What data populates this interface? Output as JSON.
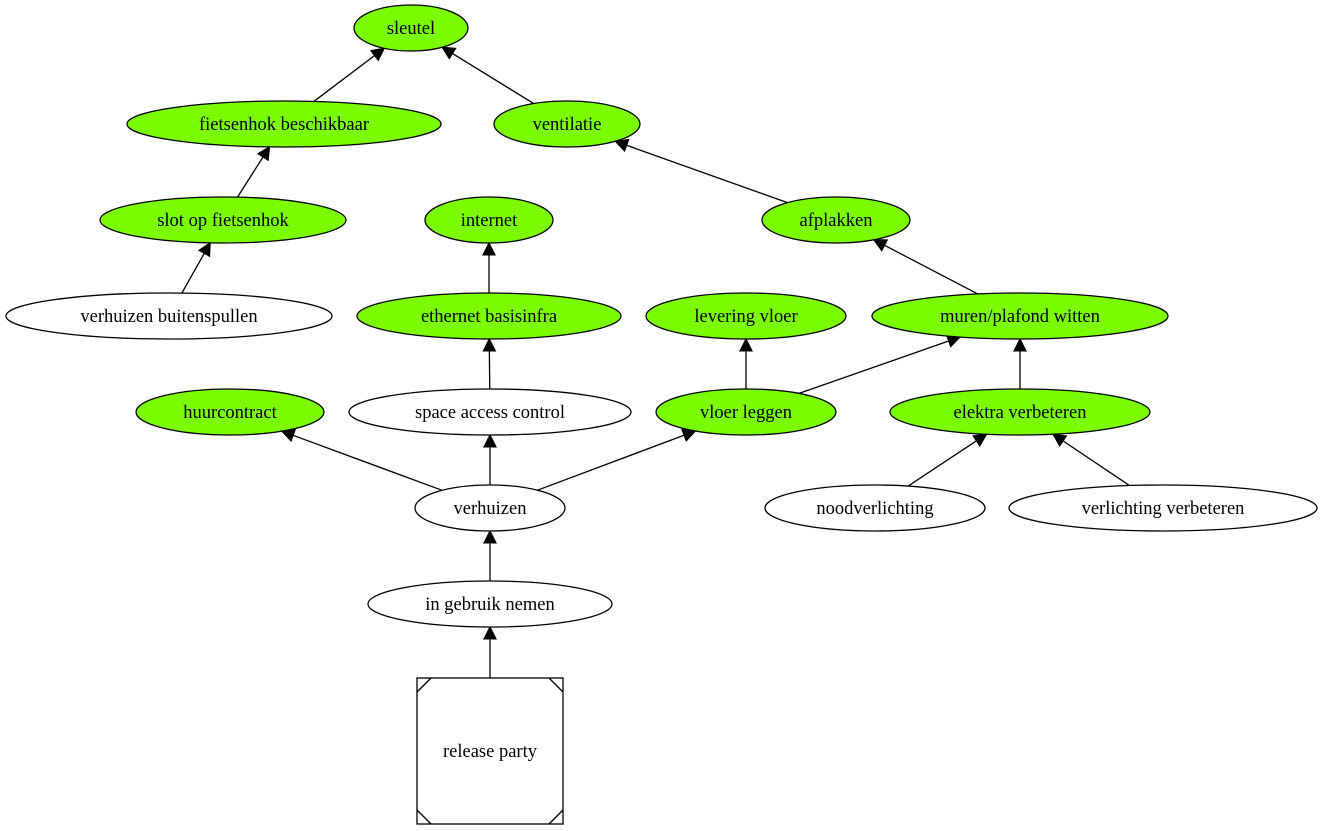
{
  "graph": {
    "type": "dependency-graph",
    "colors": {
      "done": "#7cfc00",
      "todo": "#ffffff",
      "stroke": "#000000"
    },
    "nodes": [
      {
        "id": "sleutel",
        "label": "sleutel",
        "done": true,
        "shape": "ellipse"
      },
      {
        "id": "fietsenhok-beschikbaar",
        "label": "fietsenhok beschikbaar",
        "done": true,
        "shape": "ellipse"
      },
      {
        "id": "ventilatie",
        "label": "ventilatie",
        "done": true,
        "shape": "ellipse"
      },
      {
        "id": "slot-op-fietsenhok",
        "label": "slot op fietsenhok",
        "done": true,
        "shape": "ellipse"
      },
      {
        "id": "internet",
        "label": "internet",
        "done": true,
        "shape": "ellipse"
      },
      {
        "id": "afplakken",
        "label": "afplakken",
        "done": true,
        "shape": "ellipse"
      },
      {
        "id": "verhuizen-buitenspullen",
        "label": "verhuizen buitenspullen",
        "done": false,
        "shape": "ellipse"
      },
      {
        "id": "ethernet-basisinfra",
        "label": "ethernet basisinfra",
        "done": true,
        "shape": "ellipse"
      },
      {
        "id": "levering-vloer",
        "label": "levering vloer",
        "done": true,
        "shape": "ellipse"
      },
      {
        "id": "muren-plafond-witten",
        "label": "muren/plafond witten",
        "done": true,
        "shape": "ellipse"
      },
      {
        "id": "huurcontract",
        "label": "huurcontract",
        "done": true,
        "shape": "ellipse"
      },
      {
        "id": "space-access-control",
        "label": "space access control",
        "done": false,
        "shape": "ellipse"
      },
      {
        "id": "vloer-leggen",
        "label": "vloer leggen",
        "done": true,
        "shape": "ellipse"
      },
      {
        "id": "elektra-verbeteren",
        "label": "elektra verbeteren",
        "done": true,
        "shape": "ellipse"
      },
      {
        "id": "verhuizen",
        "label": "verhuizen",
        "done": false,
        "shape": "ellipse"
      },
      {
        "id": "noodverlichting",
        "label": "noodverlichting",
        "done": false,
        "shape": "ellipse"
      },
      {
        "id": "verlichting-verbeteren",
        "label": "verlichting verbeteren",
        "done": false,
        "shape": "ellipse"
      },
      {
        "id": "in-gebruik-nemen",
        "label": "in gebruik nemen",
        "done": false,
        "shape": "ellipse"
      },
      {
        "id": "release-party",
        "label": "release party",
        "done": false,
        "shape": "msquare"
      }
    ],
    "edges": [
      {
        "from": "fietsenhok-beschikbaar",
        "to": "sleutel"
      },
      {
        "from": "ventilatie",
        "to": "sleutel"
      },
      {
        "from": "slot-op-fietsenhok",
        "to": "fietsenhok-beschikbaar"
      },
      {
        "from": "afplakken",
        "to": "ventilatie"
      },
      {
        "from": "verhuizen-buitenspullen",
        "to": "slot-op-fietsenhok"
      },
      {
        "from": "ethernet-basisinfra",
        "to": "internet"
      },
      {
        "from": "muren-plafond-witten",
        "to": "afplakken"
      },
      {
        "from": "space-access-control",
        "to": "ethernet-basisinfra"
      },
      {
        "from": "vloer-leggen",
        "to": "levering-vloer"
      },
      {
        "from": "vloer-leggen",
        "to": "muren-plafond-witten"
      },
      {
        "from": "elektra-verbeteren",
        "to": "muren-plafond-witten"
      },
      {
        "from": "verhuizen",
        "to": "huurcontract"
      },
      {
        "from": "verhuizen",
        "to": "space-access-control"
      },
      {
        "from": "verhuizen",
        "to": "vloer-leggen"
      },
      {
        "from": "noodverlichting",
        "to": "elektra-verbeteren"
      },
      {
        "from": "verlichting-verbeteren",
        "to": "elektra-verbeteren"
      },
      {
        "from": "in-gebruik-nemen",
        "to": "verhuizen"
      },
      {
        "from": "release-party",
        "to": "in-gebruik-nemen"
      }
    ]
  }
}
